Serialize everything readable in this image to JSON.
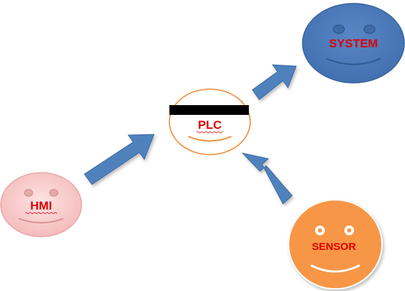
{
  "diagram": {
    "nodes": {
      "hmi": {
        "label": "HMI",
        "face_color": "#f6c9c9",
        "outline_color": "#e7a2a2",
        "label_color": "#e00000"
      },
      "plc": {
        "label": "PLC",
        "face_color": "#ffffff",
        "outline_color": "#ee8b35",
        "label_color": "#e00000",
        "has_black_bar": true
      },
      "system": {
        "label": "SYSTEM",
        "face_color": "#4b77b8",
        "outline_color": "#3a649e",
        "label_color": "#e00000"
      },
      "sensor": {
        "label": "SENSOR",
        "face_color": "#f79646",
        "outline_color": "#ffffff",
        "label_color": "#e00000"
      }
    },
    "arrows": [
      {
        "from": "hmi",
        "to": "plc",
        "color": "#4f81bd"
      },
      {
        "from": "plc",
        "to": "system",
        "color": "#4f81bd"
      },
      {
        "from": "sensor",
        "to": "plc",
        "color": "#4f81bd"
      }
    ]
  }
}
